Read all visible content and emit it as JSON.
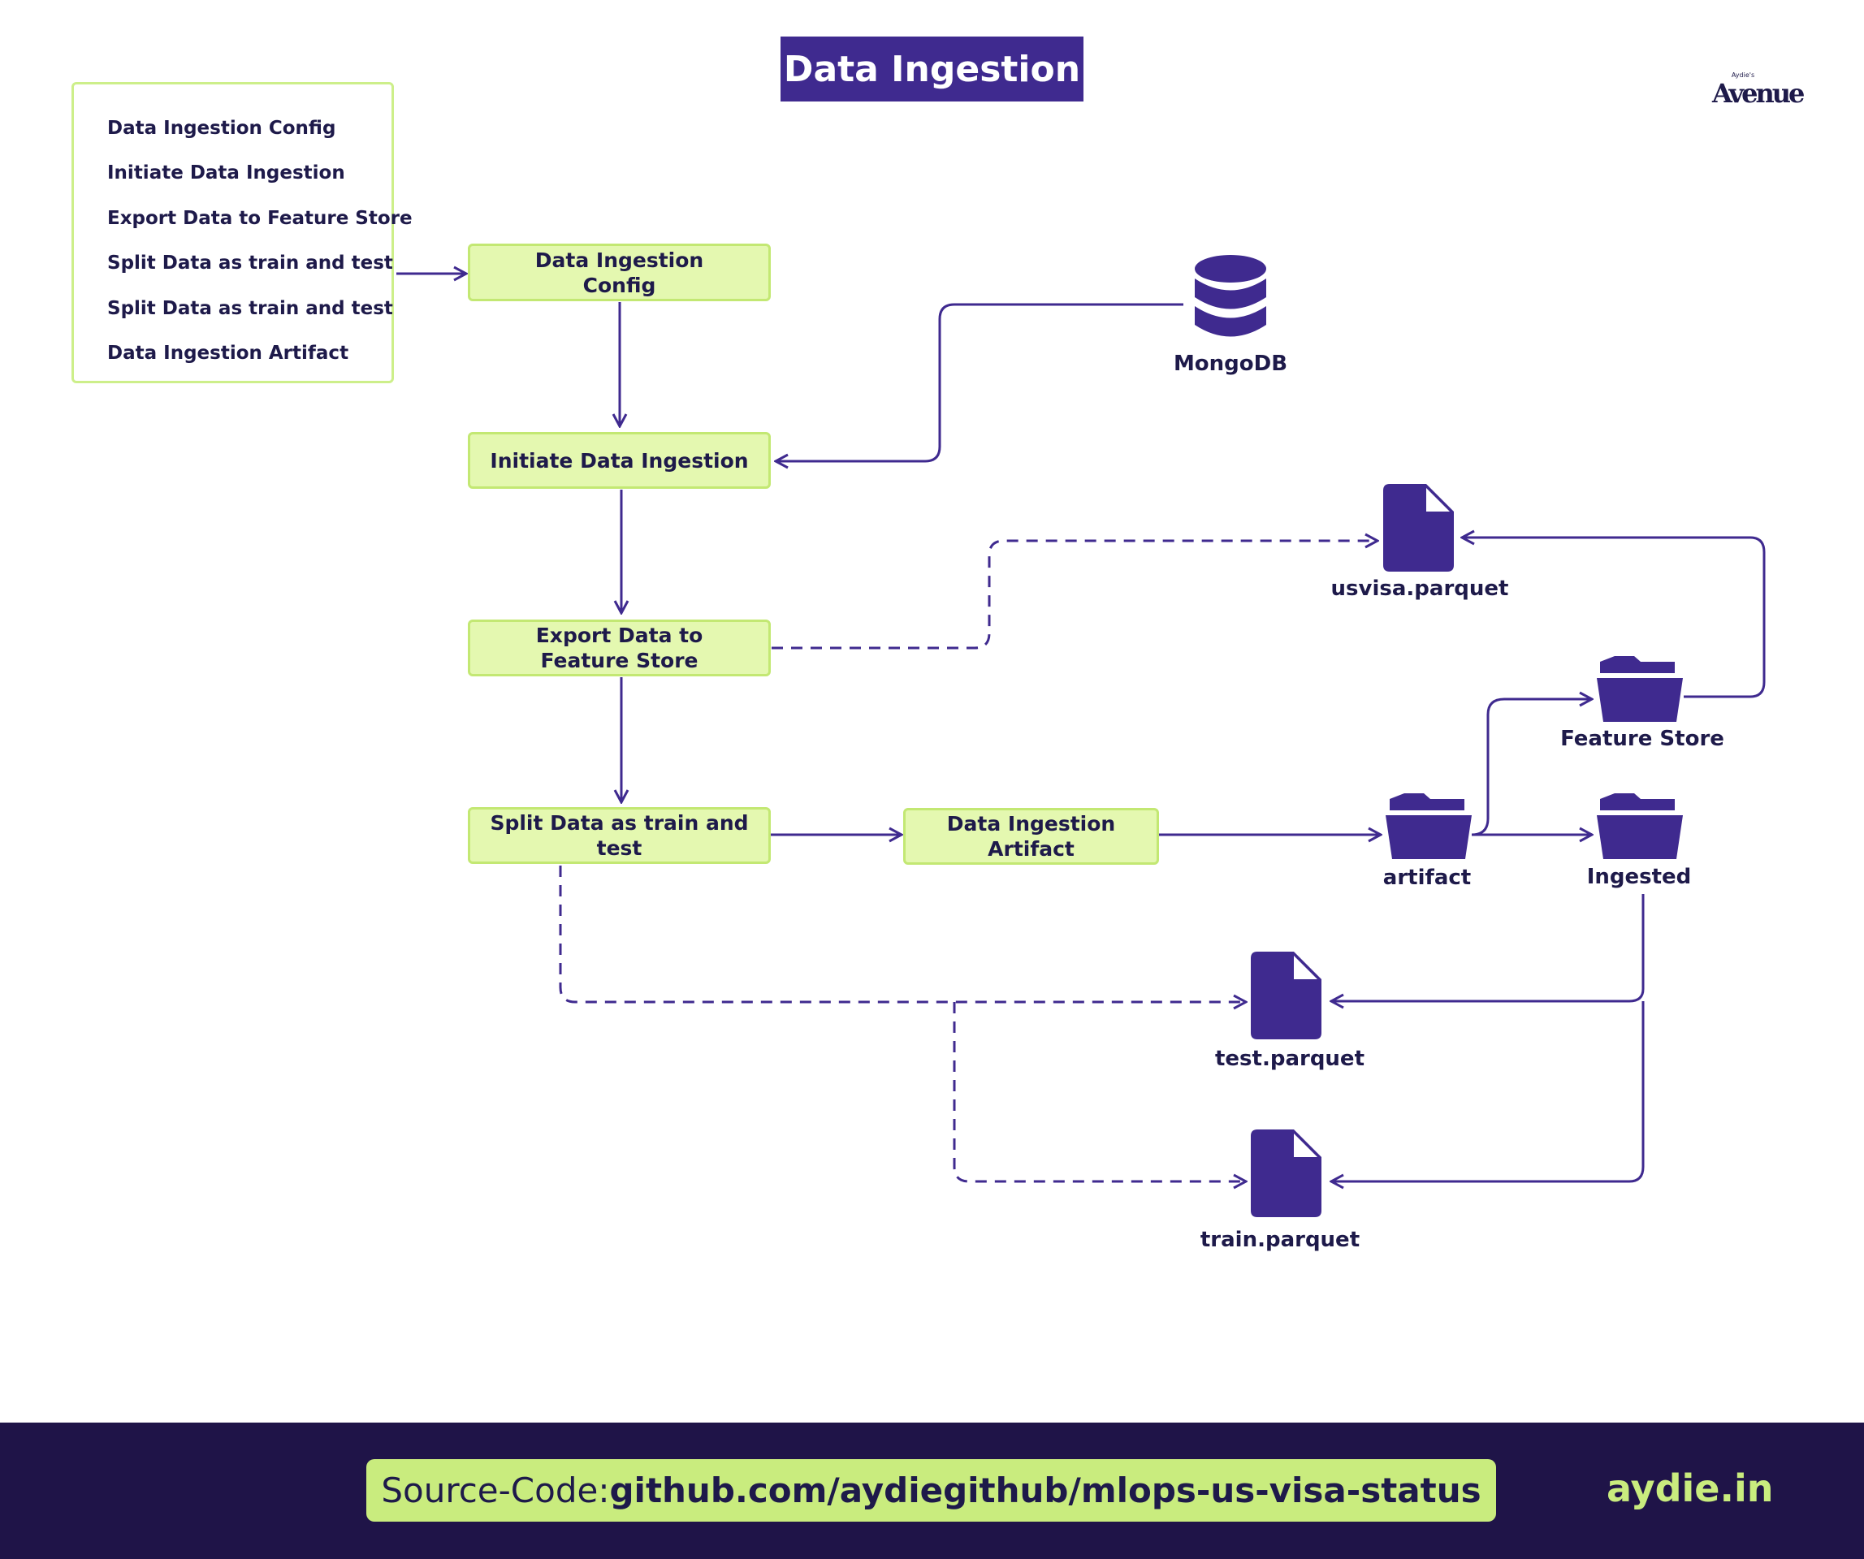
{
  "title": "Data Ingestion",
  "logo": {
    "small": "Aydie's",
    "big": "Avenue"
  },
  "steps_list": [
    "Data Ingestion Config",
    "Initiate Data Ingestion",
    "Export Data to Feature Store",
    "Split Data as train and test",
    "Split Data as train and test",
    "Data Ingestion Artifact"
  ],
  "nodes": {
    "config": "Data Ingestion Config",
    "initiate": "Initiate Data Ingestion",
    "export": "Export Data to Feature Store",
    "split": "Split Data as train and test",
    "artifact_box": "Data Ingestion Artifact"
  },
  "icons": {
    "mongodb": "MongoDB",
    "usvisa": "usvisa.parquet",
    "feature_store": "Feature Store",
    "artifact": "artifact",
    "ingested": "Ingested",
    "test": "test.parquet",
    "train": "train.parquet"
  },
  "icon_types": {
    "mongodb": "database-icon",
    "usvisa": "file-icon",
    "feature_store": "folder-icon",
    "artifact": "folder-icon",
    "ingested": "folder-icon",
    "test": "file-icon",
    "train": "file-icon"
  },
  "colors": {
    "primary": "#3f2a8f",
    "node_fill": "#e4f8b0",
    "node_border": "#c3e873",
    "footer_bg": "#1f1448",
    "accent": "#c9ec7e"
  },
  "footer": {
    "source_label": "Source-Code: ",
    "source_link": "github.com/aydiegithub/mlops-us-visa-status",
    "site": "aydie.in"
  }
}
